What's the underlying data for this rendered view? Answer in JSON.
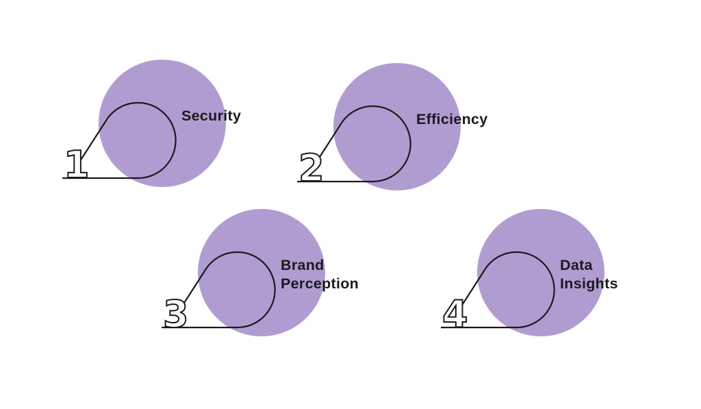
{
  "colors": {
    "circle_fill": "#B19CD2",
    "stroke": "#1A1A1A",
    "text": "#1A1A1A",
    "background": "#FFFFFF"
  },
  "items": [
    {
      "number": "1",
      "label": "Security",
      "lines": [
        "Security"
      ]
    },
    {
      "number": "2",
      "label": "Efficiency",
      "lines": [
        "Efficiency"
      ]
    },
    {
      "number": "3",
      "label": "Brand Perception",
      "lines": [
        "Brand",
        "Perception"
      ]
    },
    {
      "number": "4",
      "label": "Data Insights",
      "lines": [
        "Data",
        "Insights"
      ]
    }
  ]
}
